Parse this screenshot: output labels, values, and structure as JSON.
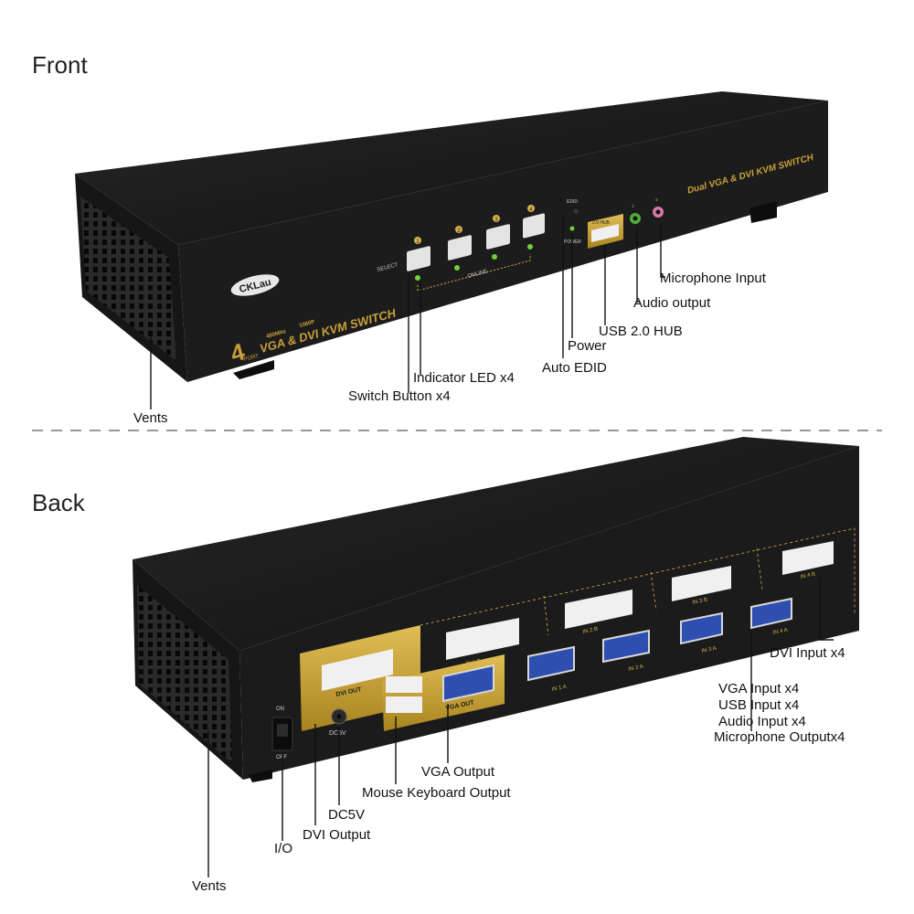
{
  "sections": {
    "front_title": "Front",
    "back_title": "Back"
  },
  "front_device": {
    "model_label": "Dual VGA & DVI KVM SWITCH",
    "brand": "CKLau",
    "port_count": "4",
    "port_word": "PORT",
    "panel_title": "VGA & DVI KVM SWITCH",
    "res_1": "480MHz",
    "res_2": "1080P",
    "select_label": "SELECT",
    "online_label": "ONLINE",
    "edid_label": "EDID",
    "power_label": "POWER",
    "hub_label": "2.0 HUB",
    "button_numbers": [
      "1",
      "2",
      "3",
      "4"
    ]
  },
  "front_callouts": {
    "microphone_input": "Microphone Input",
    "audio_output": "Audio output",
    "usb_hub": "USB 2.0 HUB",
    "power": "Power",
    "auto_edid": "Auto EDID",
    "indicator_led": "Indicator LED x4",
    "switch_button": "Switch Button x4",
    "vents": "Vents"
  },
  "back_device": {
    "on_label": "ON",
    "off_label": "OFF",
    "dc_label": "DC5V",
    "dvi_out_label": "DVI OUT",
    "vga_out_label": "VGA OUT",
    "in_1_a": "IN 1 A",
    "in_1_b": "IN 1 B",
    "in_2_a": "IN 2 A",
    "in_2_b": "IN 2 B",
    "in_3_a": "IN 3 A",
    "in_3_b": "IN 3 B",
    "in_4_a": "IN 4 A",
    "in_4_b": "IN 4 B"
  },
  "back_callouts": {
    "dvi_input": "DVI Input x4",
    "vga_input": "VGA Input x4",
    "usb_input": "USB Input x4",
    "audio_input": "Audio Input x4",
    "microphone_output": "Microphone Outputx4",
    "vga_output": "VGA Output",
    "mouse_keyboard_output": "Mouse Keyboard Output",
    "dc5v": "DC5V",
    "dvi_output": "DVI Output",
    "io": "I/O",
    "vents": "Vents"
  },
  "colors": {
    "body": "#1b1b1b",
    "gold": "#c9a13a",
    "vga_blue": "#2f4fb0",
    "led_green": "#6fd13b"
  }
}
